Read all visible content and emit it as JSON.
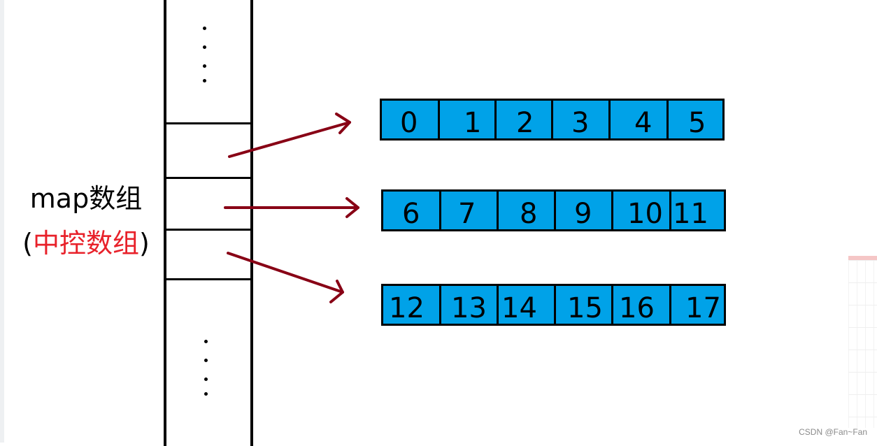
{
  "map": {
    "label": "map数组",
    "sublabel_open": "(",
    "sublabel_red": "中控数组",
    "sublabel_close": ")",
    "ellipsis_dots": 4
  },
  "arrays": [
    {
      "cells": [
        "0",
        "1",
        "2",
        "3",
        "4",
        "5"
      ]
    },
    {
      "cells": [
        "6",
        "7",
        "8",
        "9",
        "10",
        "11"
      ]
    },
    {
      "cells": [
        "12",
        "13",
        "14",
        "15",
        "16",
        "17"
      ]
    }
  ],
  "colors": {
    "array_fill": "#00a2e8",
    "arrow": "#880015",
    "highlight_text": "#e8212a",
    "line": "#000000"
  },
  "watermark": "CSDN @Fan~Fan"
}
